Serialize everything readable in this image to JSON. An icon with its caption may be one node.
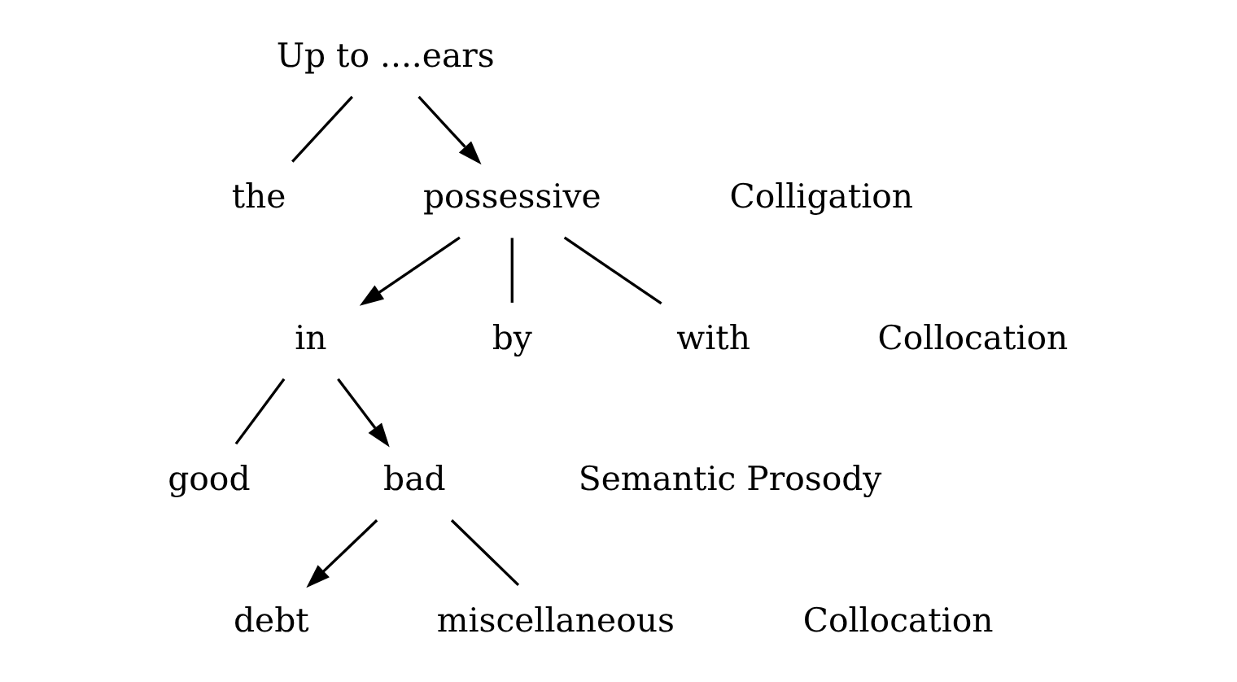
{
  "diagram": {
    "nodes": [
      {
        "text": [
          "Up to ....ears"
        ]
      },
      {
        "text": [
          "the"
        ]
      },
      {
        "text": [
          "possessive"
        ]
      },
      {
        "text": [
          "in"
        ]
      },
      {
        "text": [
          "by"
        ]
      },
      {
        "text": [
          "with"
        ]
      },
      {
        "text": [
          "good"
        ]
      },
      {
        "text": [
          "bad"
        ]
      },
      {
        "text": [
          "debt"
        ]
      },
      {
        "text": [
          "miscellaneous"
        ]
      }
    ],
    "edges": [
      {
        "from": 0,
        "to": 1,
        "arrow": "none"
      },
      {
        "from": 0,
        "to": 2,
        "arrow": "to"
      },
      {
        "from": 2,
        "to": 3,
        "arrow": "to"
      },
      {
        "from": 2,
        "to": 4,
        "arrow": "none"
      },
      {
        "from": 2,
        "to": 5,
        "arrow": "none"
      },
      {
        "from": 3,
        "to": 6,
        "arrow": "none"
      },
      {
        "from": 3,
        "to": 7,
        "arrow": "to"
      },
      {
        "from": 7,
        "to": 8,
        "arrow": "to"
      },
      {
        "from": 7,
        "to": 9,
        "arrow": "none"
      }
    ],
    "labels": [
      "Colligation",
      "Collocation",
      "Semantic Prosody",
      "Collocation"
    ]
  }
}
